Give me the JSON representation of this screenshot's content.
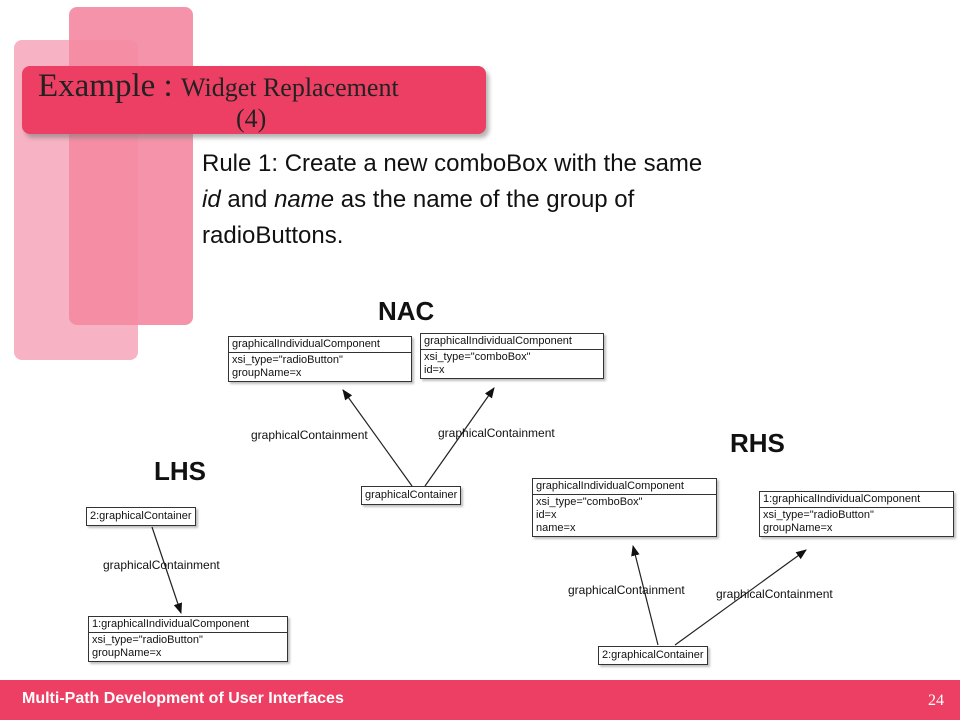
{
  "title": {
    "main": "Example : ",
    "sub": "Widget Replacement",
    "line2": "(4)"
  },
  "rule": {
    "line1": "Rule 1: Create a new comboBox with the same",
    "line2_id": "id",
    "line2_and": " and ",
    "line2_name": "name",
    "line2_rest": " as the name of the group of",
    "line3": "radioButtons."
  },
  "labels": {
    "lhs": "LHS",
    "nac": "NAC",
    "rhs": "RHS"
  },
  "nac": {
    "comp1": {
      "header": "graphicalIndividualComponent",
      "attrs": [
        "xsi_type=\"radioButton\"",
        "groupName=x"
      ]
    },
    "comp2": {
      "header": "graphicalIndividualComponent",
      "attrs": [
        "xsi_type=\"comboBox\"",
        "id=x"
      ]
    },
    "container": "graphicalContainer",
    "edge1": "graphicalContainment",
    "edge2": "graphicalContainment"
  },
  "lhs": {
    "container": "2:graphicalContainer",
    "comp": {
      "header": "1:graphicalIndividualComponent",
      "attrs": [
        "xsi_type=\"radioButton\"",
        "groupName=x"
      ]
    },
    "edge": "graphicalContainment"
  },
  "rhs": {
    "comp_new": {
      "header": "graphicalIndividualComponent",
      "attrs": [
        "xsi_type=\"comboBox\"",
        "id=x",
        "name=x"
      ]
    },
    "comp1": {
      "header": "1:graphicalIndividualComponent",
      "attrs": [
        "xsi_type=\"radioButton\"",
        "groupName=x"
      ]
    },
    "container": "2:graphicalContainer",
    "edge1": "graphicalContainment",
    "edge2": "graphicalContainment"
  },
  "footer": {
    "text": "Multi-Path Development of User Interfaces",
    "page": "24"
  }
}
